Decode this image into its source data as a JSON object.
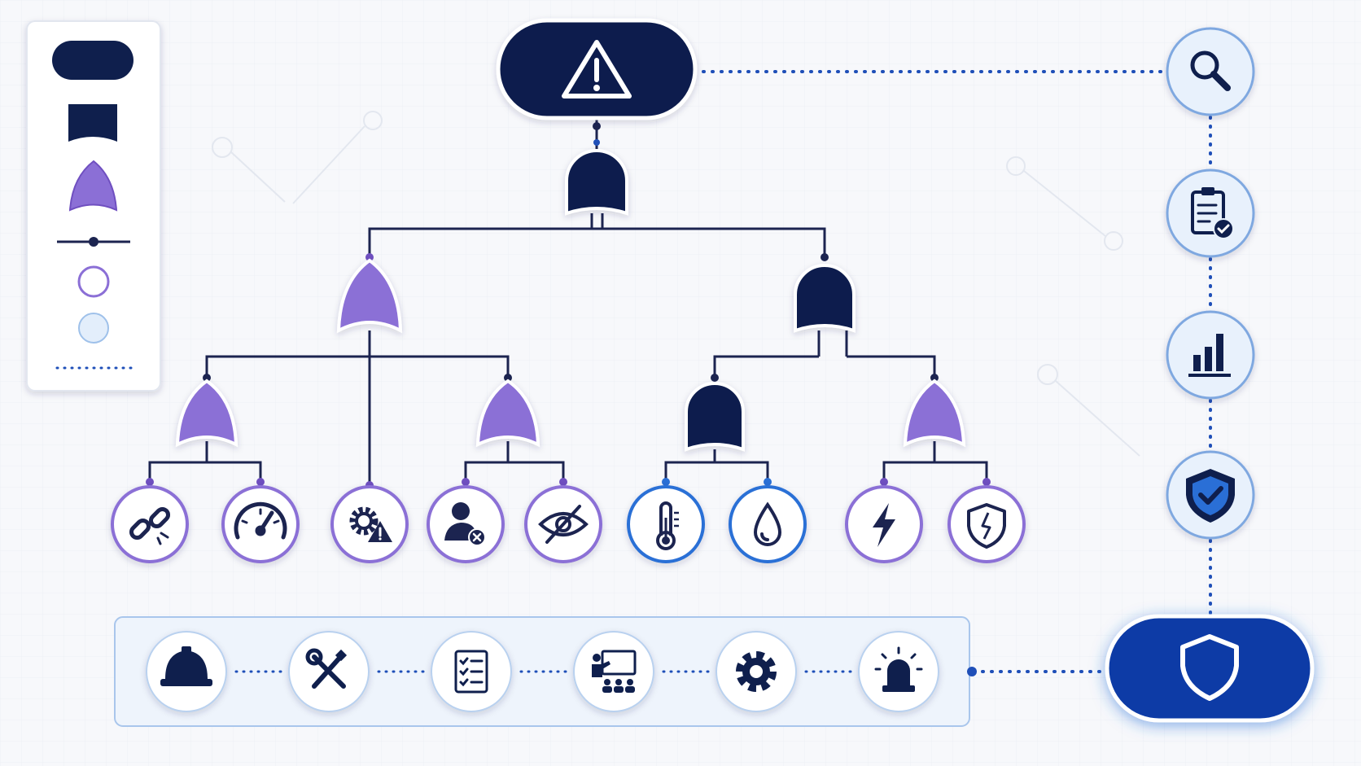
{
  "diagram": {
    "kind": "fault-tree",
    "colors": {
      "navy": "#0f1f4d",
      "purple": "#8b6fd6",
      "purple_stroke": "#6f4fc0",
      "blue_ring": "#2a6fd6",
      "royal": "#0b3ba6",
      "pale_blue": "#e8f1fc",
      "line": "#1c2450",
      "dot_line": "#1f4fb8"
    },
    "legend": {
      "items": [
        "top-event-shape",
        "intermediate-event-shape",
        "or-gate-shape",
        "connector-line",
        "basic-event-circle",
        "undeveloped-event-circle",
        "dotted-link"
      ]
    },
    "top_event": {
      "icon": "warning-triangle-icon"
    },
    "gates": [
      {
        "id": "top-and-gate",
        "type": "AND"
      },
      {
        "id": "left-or-gate",
        "type": "OR"
      },
      {
        "id": "right-and-gate",
        "type": "AND"
      },
      {
        "id": "left-sub-or-gate",
        "type": "OR"
      },
      {
        "id": "middle-sub-or-gate",
        "type": "OR"
      },
      {
        "id": "environment-and-gate",
        "type": "AND"
      },
      {
        "id": "power-or-gate",
        "type": "OR"
      }
    ],
    "basic_events": [
      {
        "icon": "broken-link-icon",
        "ring": "purple"
      },
      {
        "icon": "gauge-icon",
        "ring": "purple"
      },
      {
        "icon": "gear-warning-icon",
        "ring": "purple"
      },
      {
        "icon": "user-error-icon",
        "ring": "purple"
      },
      {
        "icon": "hidden-eye-icon",
        "ring": "purple"
      },
      {
        "icon": "thermometer-icon",
        "ring": "blue"
      },
      {
        "icon": "water-drop-icon",
        "ring": "blue"
      },
      {
        "icon": "lightning-icon",
        "ring": "purple"
      },
      {
        "icon": "cracked-shield-icon",
        "ring": "purple"
      }
    ],
    "mitigation_steps": [
      {
        "icon": "hard-hat-icon"
      },
      {
        "icon": "tools-icon"
      },
      {
        "icon": "checklist-icon"
      },
      {
        "icon": "training-icon"
      },
      {
        "icon": "gear-icon"
      },
      {
        "icon": "alarm-light-icon"
      }
    ],
    "review_steps": [
      {
        "icon": "magnifier-icon"
      },
      {
        "icon": "clipboard-check-icon"
      },
      {
        "icon": "bar-chart-icon"
      },
      {
        "icon": "shield-check-icon"
      }
    ],
    "outcome": {
      "icon": "shield-icon"
    }
  }
}
